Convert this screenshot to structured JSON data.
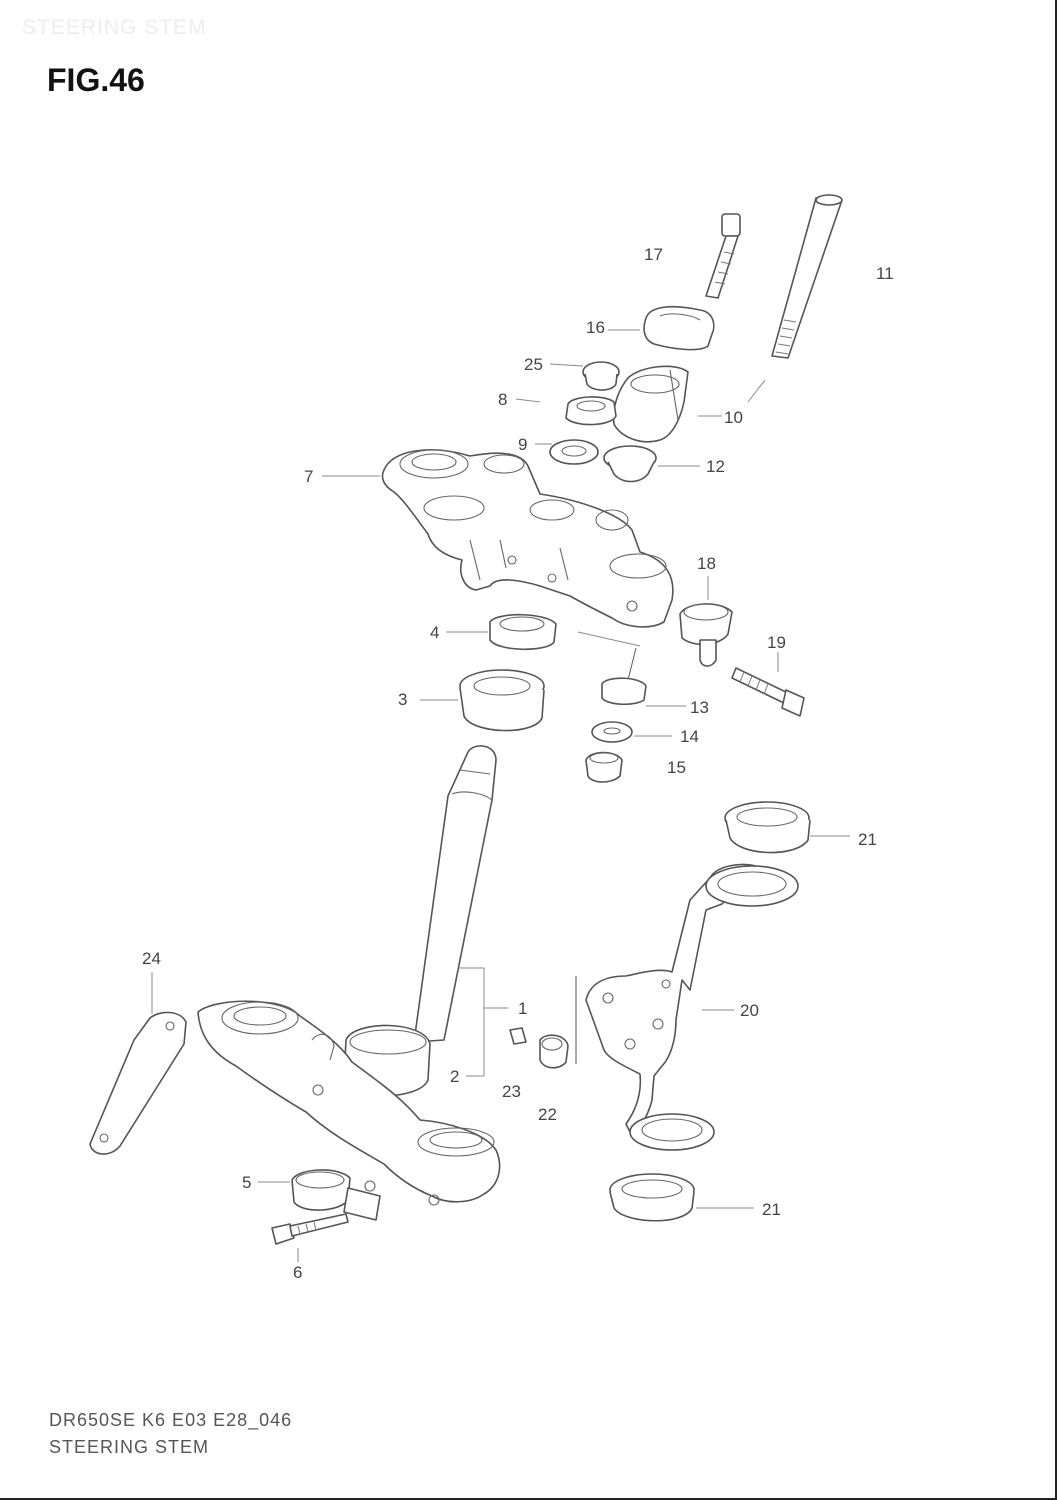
{
  "watermark": "STEERING STEM",
  "figure": {
    "title": "FIG.46"
  },
  "footer": {
    "model_code": "DR650SE K6 E03 E28_046",
    "caption": "STEERING STEM"
  },
  "callouts": {
    "c1": "1",
    "c2": "2",
    "c3": "3",
    "c4": "4",
    "c5": "5",
    "c6": "6",
    "c7": "7",
    "c8": "8",
    "c9": "9",
    "c10": "10",
    "c11": "11",
    "c12": "12",
    "c13": "13",
    "c14": "14",
    "c15": "15",
    "c16": "16",
    "c17": "17",
    "c18": "18",
    "c19": "19",
    "c20": "20",
    "c21a": "21",
    "c21b": "21",
    "c22": "22",
    "c23": "23",
    "c24": "24",
    "c25": "25"
  }
}
